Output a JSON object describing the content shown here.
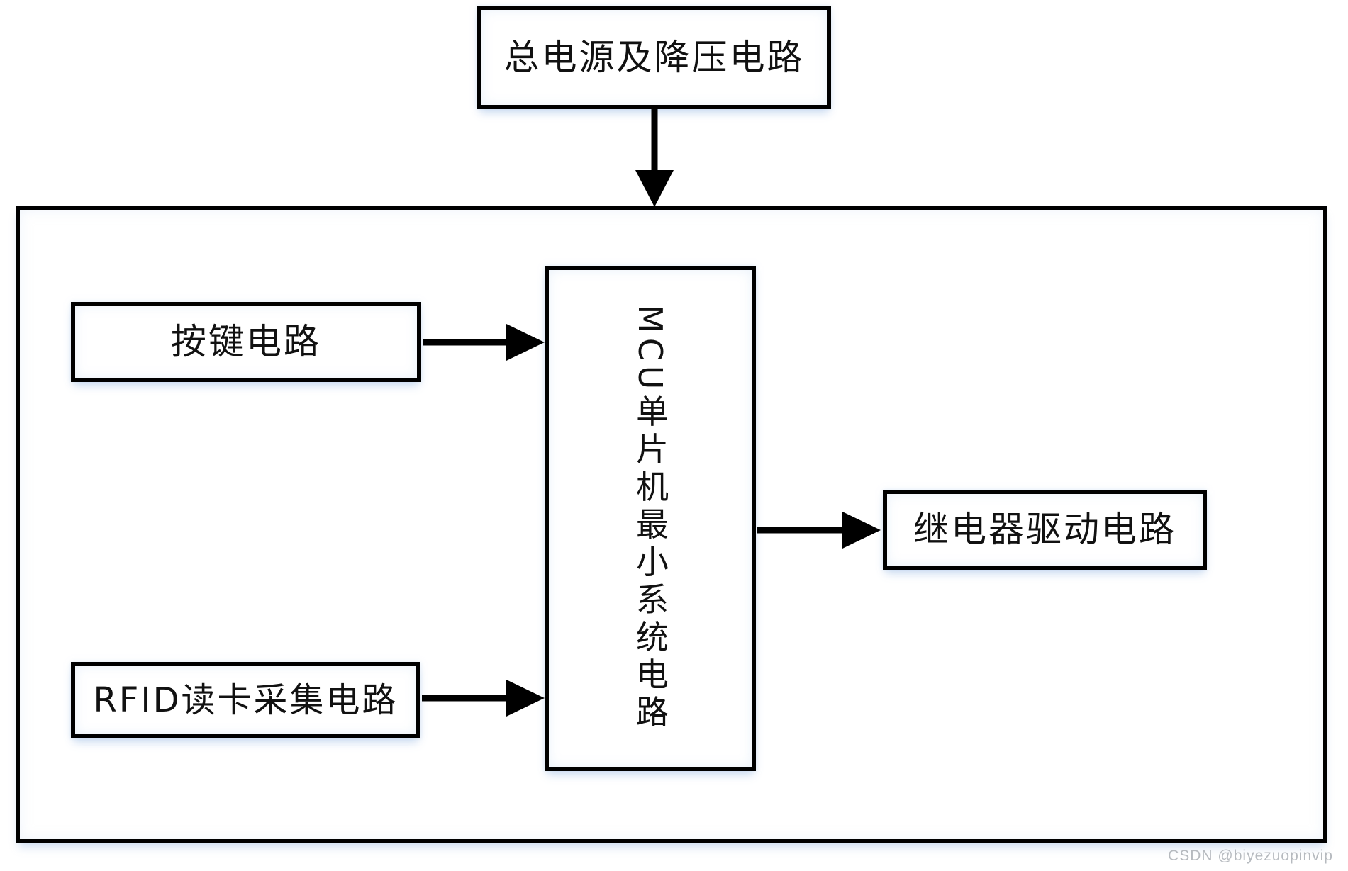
{
  "diagram": {
    "nodes": {
      "power": {
        "label": "总电源及降压电路"
      },
      "keypad": {
        "label": "按键电路"
      },
      "rfid": {
        "label": "RFID读卡采集电路"
      },
      "mcu": {
        "label": "MCU单片机最小系统电路"
      },
      "relay": {
        "label": "继电器驱动电路"
      }
    },
    "edges": [
      {
        "from": "power",
        "to": "system-frame",
        "direction": "down"
      },
      {
        "from": "keypad",
        "to": "mcu",
        "direction": "right"
      },
      {
        "from": "rfid",
        "to": "mcu",
        "direction": "right"
      },
      {
        "from": "mcu",
        "to": "relay",
        "direction": "right"
      }
    ],
    "colors": {
      "line": "#000000",
      "background": "#ffffff",
      "box_fill": "#ffffff",
      "glow": "#d9e6f5",
      "watermark": "#b6babf"
    }
  },
  "watermark": {
    "text": "CSDN @biyezuopinvip"
  }
}
